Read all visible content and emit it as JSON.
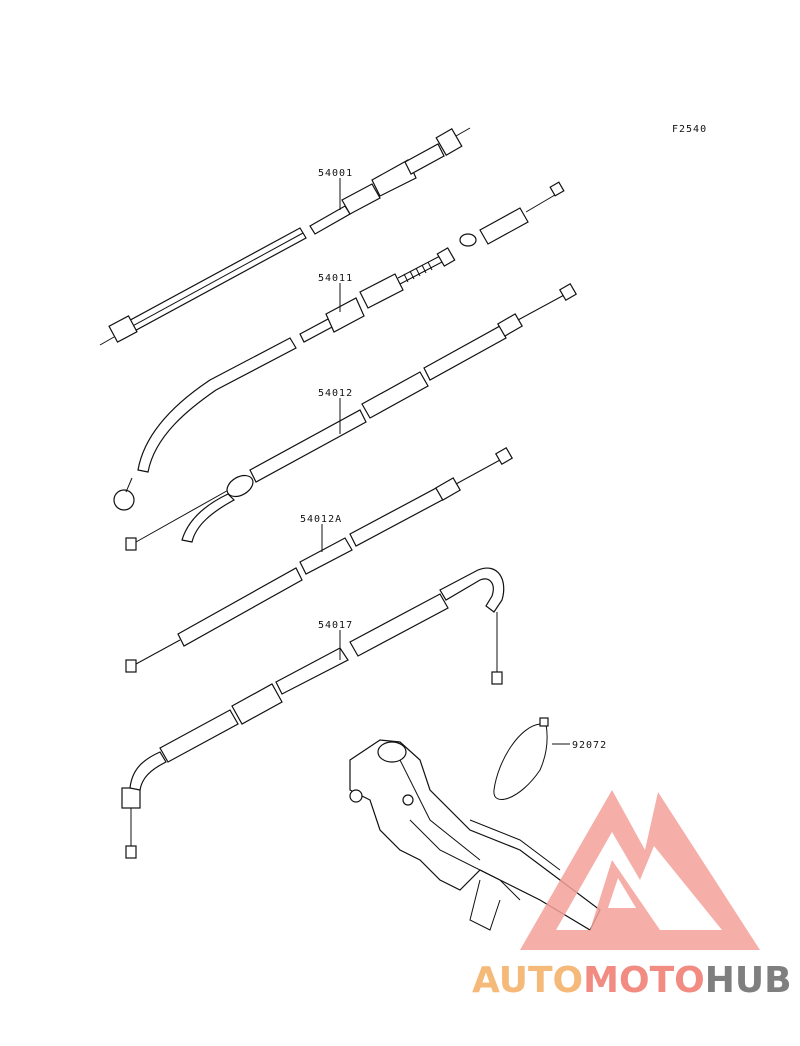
{
  "figure_id": "F2540",
  "parts": [
    {
      "id": "54001"
    },
    {
      "id": "54011"
    },
    {
      "id": "54012"
    },
    {
      "id": "54012A"
    },
    {
      "id": "54017"
    },
    {
      "id": "92072"
    }
  ],
  "watermark": {
    "part1": "AUTO",
    "part2": "MOTO",
    "part3": "HUB",
    "colors": {
      "auto": "#f5b97a",
      "moto": "#f28b82",
      "hub": "#7f7f7f",
      "logo": "#f4a19a"
    }
  }
}
